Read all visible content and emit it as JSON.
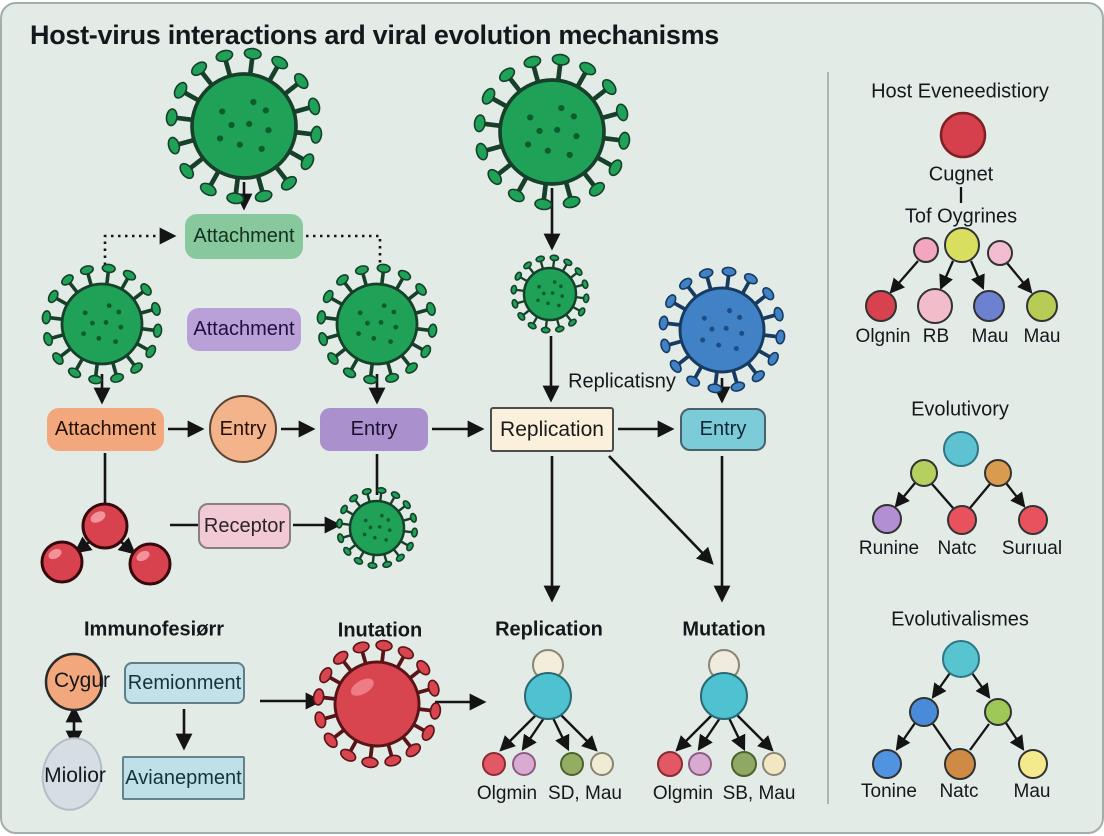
{
  "title": "Host-virus interactions ard viral evolution mechanisms",
  "flow": {
    "attachment_top": "Attachment",
    "attachment_mid": "Attachment",
    "attachment_left": "Attachment",
    "entry_circle": "Entry",
    "entry_purple": "Entry",
    "replication": "Replication",
    "entry_teal": "Entry",
    "receptor": "Receptor",
    "replicatisny": "Replicatisny"
  },
  "bottom": {
    "immuno_heading": "Immunofesiørr",
    "cygur": "Cygur",
    "remionment": "Remionment",
    "miolior": "Miolior",
    "avianepment": "Avianepment",
    "inutation_heading": "Inutation",
    "replication_tree": {
      "heading": "Replication",
      "leaf_labels": [
        "Olgmin",
        "SD, Mau"
      ]
    },
    "mutation_tree": {
      "heading": "Mutation",
      "leaf_labels": [
        "Olgmin",
        "SB, Mau"
      ]
    }
  },
  "sidebar": {
    "host_tree": {
      "heading": "Host Eveneedistiory",
      "root_label": "Cugnet",
      "branch_label": "Tof Oygrines",
      "leaf_labels": [
        "Olgnin",
        "RB",
        "Mau",
        "Mau"
      ]
    },
    "evolutivory_tree": {
      "heading": "Evolutivory",
      "leaf_labels": [
        "Runine",
        "Natc",
        "Surıual"
      ]
    },
    "evolutivalismes_tree": {
      "heading": "Evolutivalismes",
      "leaf_labels": [
        "Tonine",
        "Natc",
        "Mau"
      ]
    }
  },
  "icons": {
    "virus_green": "coronavirus-green-icon",
    "virus_blue": "coronavirus-blue-icon",
    "virus_red": "coronavirus-red-icon",
    "molecule": "receptor-molecule-icon"
  },
  "colors": {
    "background": "#e3ebe7",
    "attachment_green": "#87c89d",
    "attachment_purple": "#b9a0d6",
    "attachment_orange": "#f2a87c",
    "entry_purple": "#aa90cc",
    "entry_teal": "#7ccbd8",
    "replication_cream": "#faf0db",
    "receptor_pink": "#f2cad6",
    "panel_blue": "#c2e1e8",
    "virus_green": "#1fa257",
    "virus_blue": "#4181c6",
    "virus_red": "#d9454f"
  }
}
